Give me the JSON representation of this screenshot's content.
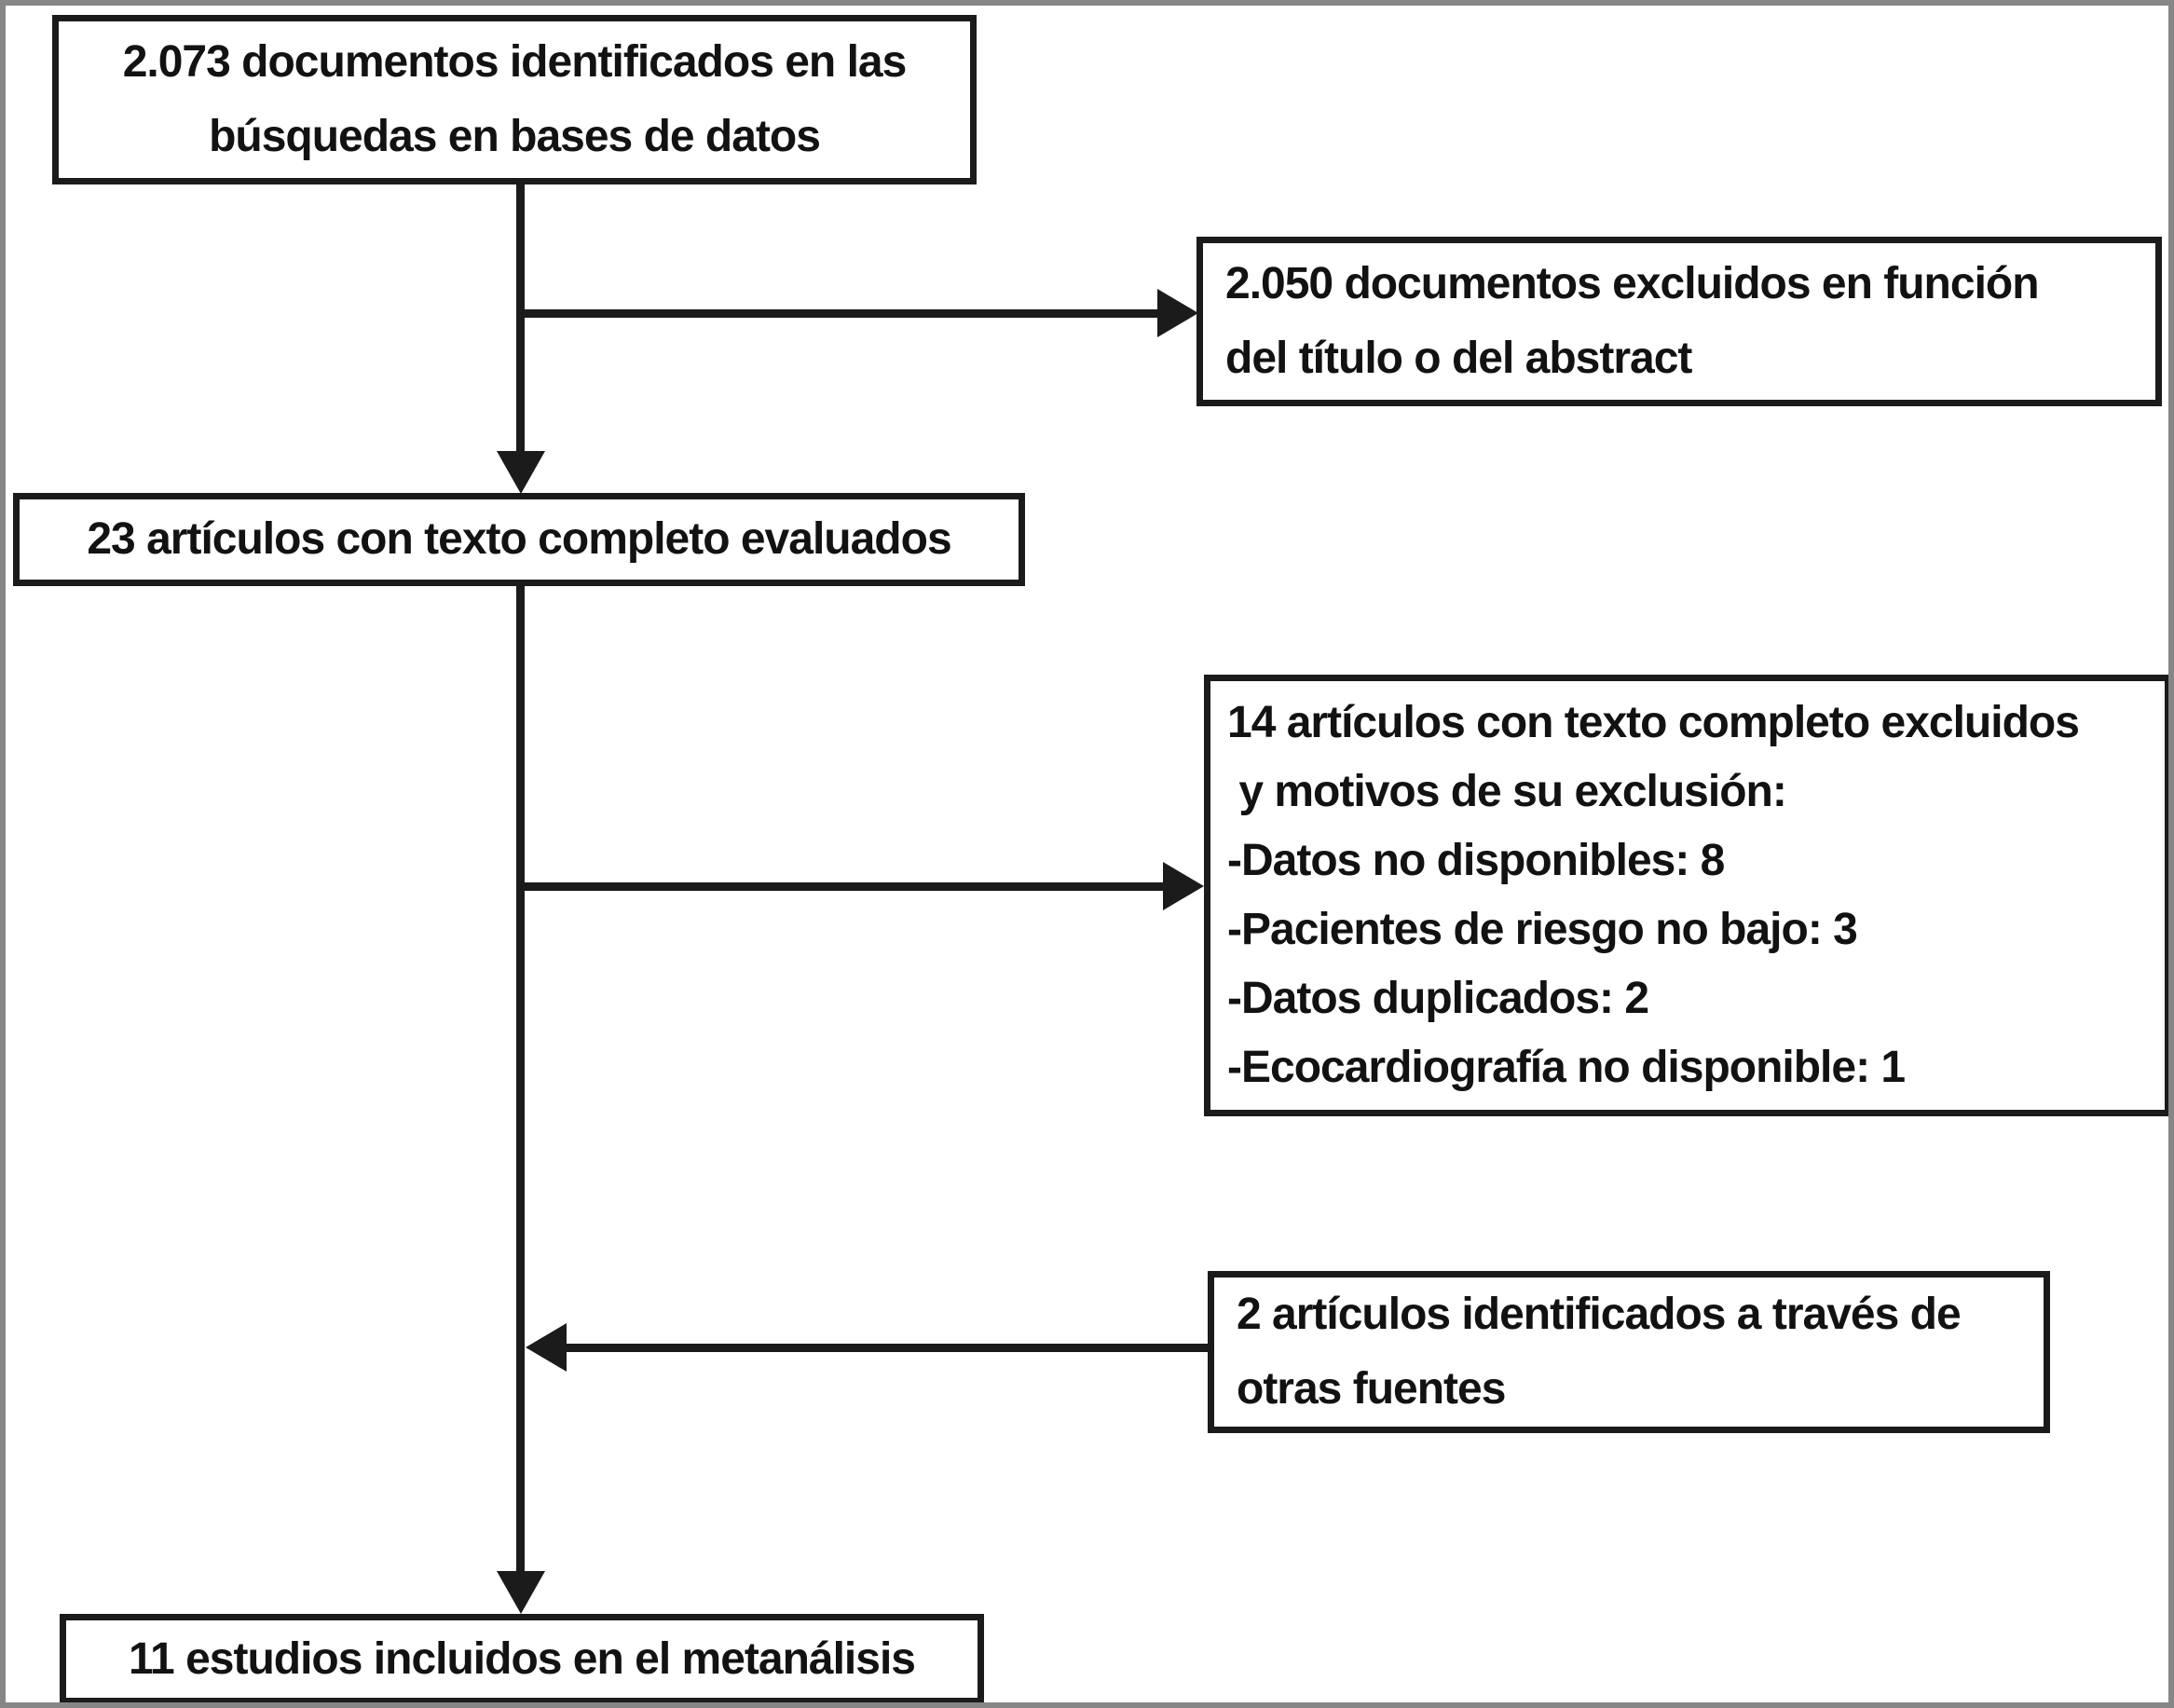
{
  "diagram_type": "prisma-flowchart",
  "colors": {
    "line": "#1b1b1b",
    "box_border": "#1b1b1b",
    "background": "#ffffff",
    "frame": "#868686",
    "text": "#121212"
  },
  "boxes": {
    "identified": {
      "lines": [
        "2.073 documentos identificados en las",
        "búsquedas en bases de datos"
      ]
    },
    "excluded_screening": {
      "lines": [
        "2.050 documentos excluidos en función",
        "del título o del abstract"
      ]
    },
    "fulltext_assessed": {
      "lines": [
        "23 artículos con texto completo evaluados"
      ]
    },
    "fulltext_excluded": {
      "lines": [
        "14 artículos con texto completo excluidos",
        " y motivos de su exclusión:",
        "-Datos no disponibles: 8",
        "-Pacientes de riesgo no bajo: 3",
        "-Datos duplicados: 2",
        "-Ecocardiografía no disponible: 1"
      ]
    },
    "other_sources": {
      "lines": [
        "2 artículos identificados a través de",
        "otras fuentes"
      ]
    },
    "included": {
      "lines": [
        "11 estudios incluidos en el metanálisis"
      ]
    }
  }
}
